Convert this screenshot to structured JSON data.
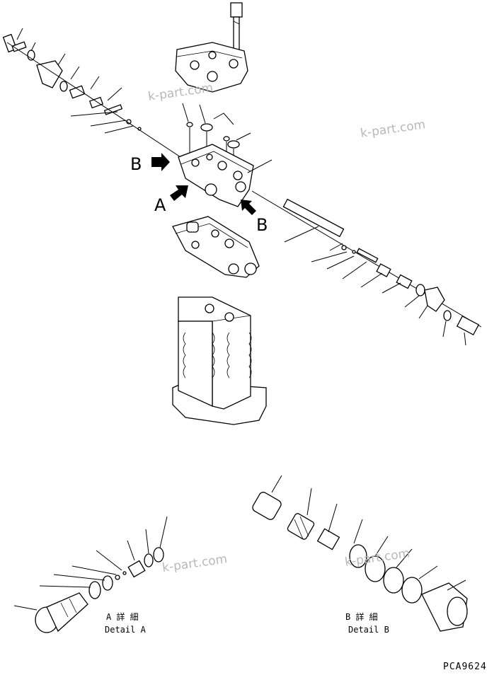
{
  "callouts": {
    "a": "A",
    "b_left": "B",
    "b_right": "B"
  },
  "details": {
    "a_jp": "A 詳 細",
    "a_en": "Detail A",
    "b_jp": "B 詳 細",
    "b_en": "Detail B"
  },
  "watermarks": [
    "k-part.com",
    "k-part.com",
    "k-part.com",
    "k-part.com"
  ],
  "drawing_code": "PCA9624"
}
